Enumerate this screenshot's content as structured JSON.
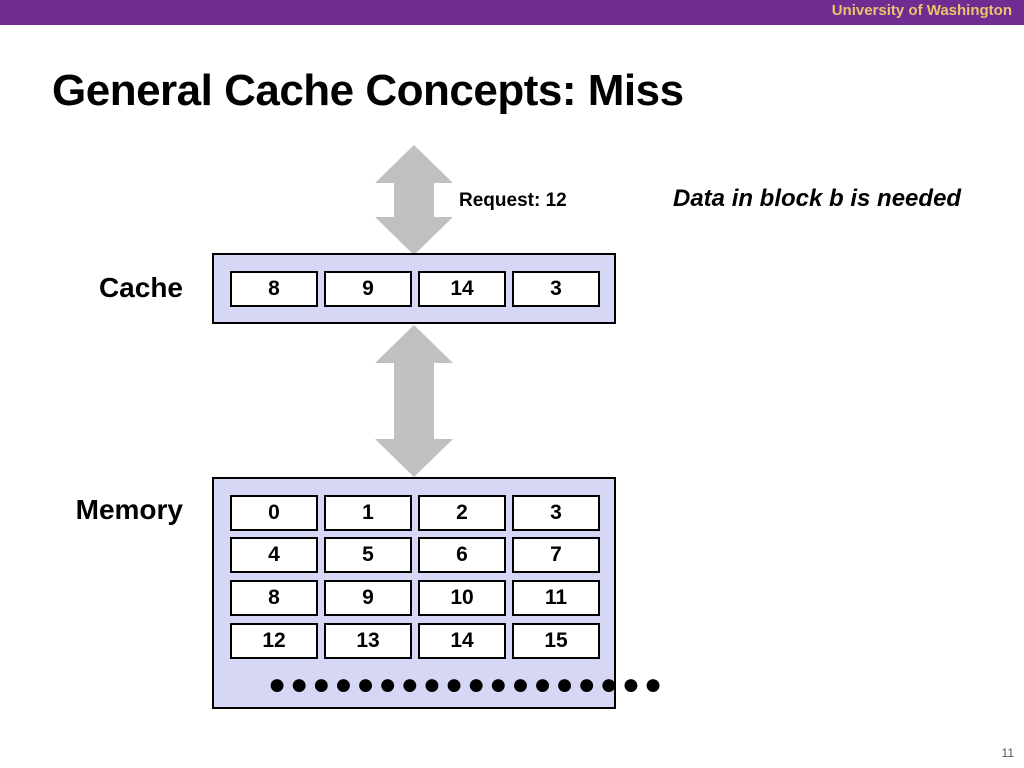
{
  "header": {
    "org": "University of Washington"
  },
  "slide": {
    "title": "General Cache Concepts: Miss",
    "number": "11"
  },
  "request": "Request: 12",
  "note": "Data in block b is needed",
  "cache": {
    "label": "Cache",
    "blocks": [
      "8",
      "9",
      "14",
      "3"
    ]
  },
  "memory": {
    "label": "Memory",
    "rows": [
      [
        "0",
        "1",
        "2",
        "3"
      ],
      [
        "4",
        "5",
        "6",
        "7"
      ],
      [
        "8",
        "9",
        "10",
        "11"
      ],
      [
        "12",
        "13",
        "14",
        "15"
      ]
    ]
  },
  "colors": {
    "header_bar": "#6f2c91",
    "header_text": "#e9c46a",
    "panel_fill": "#d6d6f5",
    "arrow_fill": "#c0c0c0"
  },
  "icons": {
    "arrows": "double-headed-vertical-arrow"
  }
}
